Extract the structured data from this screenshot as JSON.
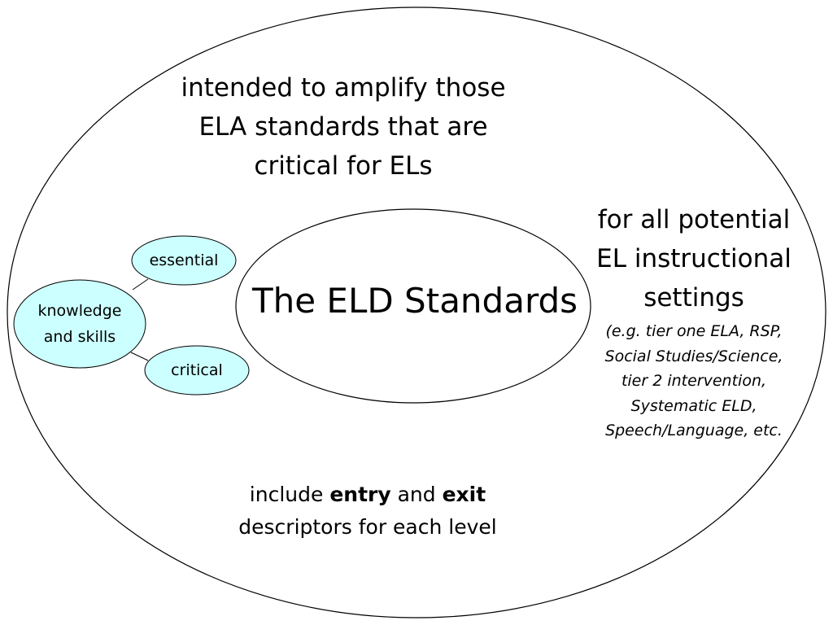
{
  "top_text": {
    "line1": "intended to amplify those",
    "line2": "ELA standards that are",
    "line3": "critical for ELs"
  },
  "center_title": "The ELD Standards",
  "right_text": {
    "line1": "for all potential",
    "line2": "EL instructional",
    "line3": "settings",
    "example_line1": "(e.g. tier one ELA, RSP,",
    "example_line2": "Social Studies/Science,",
    "example_line3": "tier 2 intervention,",
    "example_line4": "Systematic ELD,",
    "example_line5": "Speech/Language, etc."
  },
  "bottom_text": {
    "part1": "include ",
    "bold1": "entry",
    "part2": " and ",
    "bold2": "exit",
    "line2": "descriptors for each level"
  },
  "nodes": {
    "essential": "essential",
    "knowledge_line1": "knowledge",
    "knowledge_line2": "and skills",
    "critical": "critical"
  },
  "colors": {
    "node_fill": "#ccffff",
    "outline": "#000000",
    "background": "#ffffff"
  }
}
